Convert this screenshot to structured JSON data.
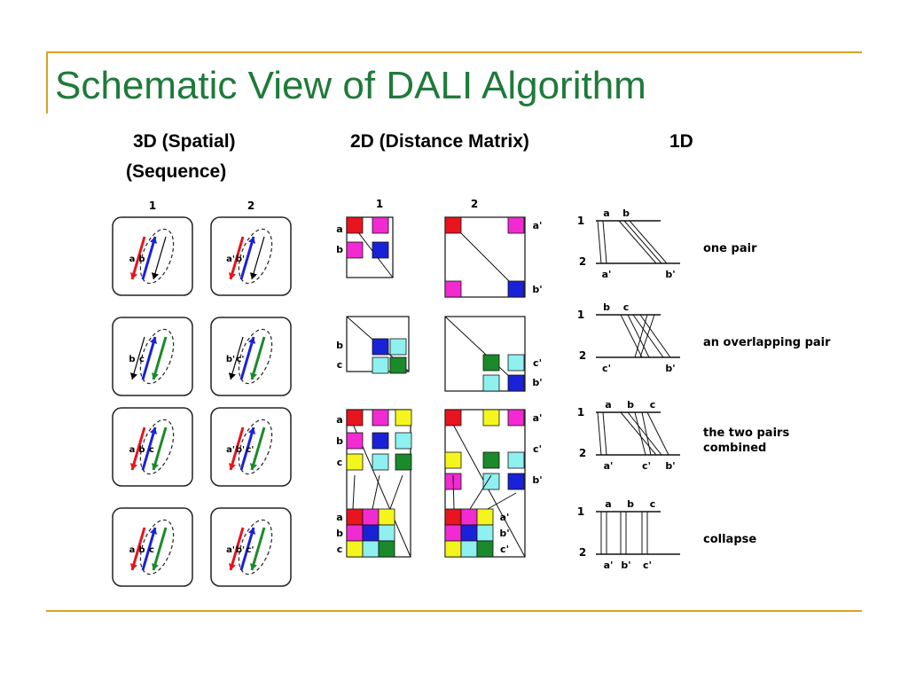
{
  "slide": {
    "title": "Schematic View of DALI Algorithm",
    "headings": {
      "spatial": "3D (Spatial)",
      "distance": "2D (Distance Matrix)",
      "oned": "1D",
      "sequence": "(Sequence)"
    }
  },
  "figure": {
    "col_labels": [
      "1",
      "2"
    ],
    "rows": [
      {
        "labels_1": [
          "a",
          "b"
        ],
        "labels_2": [
          "a'",
          "b'"
        ]
      },
      {
        "labels_1": [
          "b",
          "c"
        ],
        "labels_2": [
          "b'",
          "c'"
        ]
      },
      {
        "labels_1": [
          "a",
          "b",
          "c"
        ],
        "labels_2": [
          "a'",
          "b'",
          "c'"
        ]
      },
      {
        "labels_1": [
          "a",
          "b",
          "c"
        ],
        "labels_2": [
          "a'",
          "b'",
          "c'"
        ]
      }
    ],
    "matrix_labels": {
      "row1_left": [
        "a",
        "b"
      ],
      "row1_right": [
        "a'",
        "b'"
      ],
      "row2_left": [
        "b",
        "c"
      ],
      "row2_right": [
        "c'",
        "b'"
      ],
      "row3_left": [
        "a",
        "b",
        "c"
      ],
      "row3_right": [
        "a'",
        "c'",
        "b'"
      ],
      "row4_left": [
        "a",
        "b",
        "c"
      ],
      "row4_right": [
        "a'",
        "b'",
        "c'"
      ]
    },
    "oned": [
      {
        "top_labels": [
          "a",
          "b"
        ],
        "bottom_labels": [
          "a'",
          "b'"
        ],
        "caption": [
          "one pair"
        ]
      },
      {
        "top_labels": [
          "b",
          "c"
        ],
        "bottom_labels": [
          "c'",
          "b'"
        ],
        "caption": [
          "an overlapping pair"
        ]
      },
      {
        "top_labels": [
          "a",
          "b",
          "c"
        ],
        "bottom_labels": [
          "a'",
          "c'",
          "b'"
        ],
        "caption": [
          "the two pairs",
          "combined"
        ]
      },
      {
        "top_labels": [
          "a",
          "b",
          "c"
        ],
        "bottom_labels": [
          "a'",
          "b'",
          "c'"
        ],
        "caption": [
          "collapse"
        ]
      }
    ],
    "level_labels": [
      "1",
      "2"
    ],
    "colors": {
      "red": "#e8141e",
      "blue": "#1a22d8",
      "green": "#1b8a2a",
      "magenta": "#f22ad2",
      "cyan": "#8ff0f0",
      "yellow": "#f5f51e"
    }
  }
}
